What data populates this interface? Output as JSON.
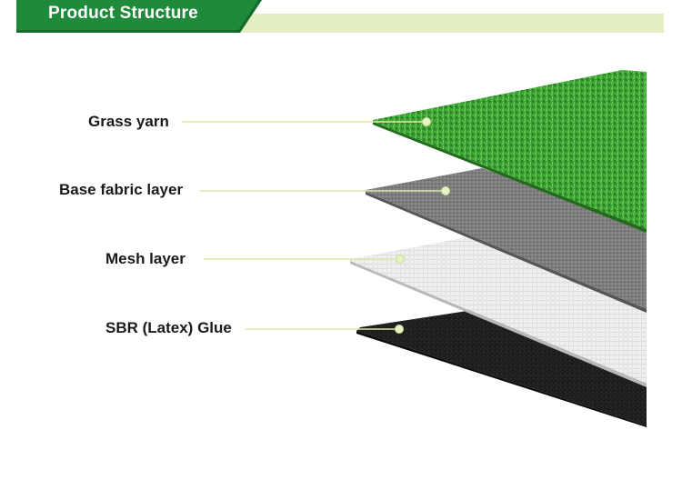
{
  "header": {
    "title": "Product Structure",
    "accent_color": "#1f8a3a",
    "band_color": "#e3efc2"
  },
  "layers": [
    {
      "label": "Grass yarn",
      "texture": "green-turf",
      "color": "#3fa83a"
    },
    {
      "label": "Base fabric layer",
      "texture": "grey-fabric",
      "color": "#7d7d7d"
    },
    {
      "label": "Mesh layer",
      "texture": "white-mesh",
      "color": "#ededed"
    },
    {
      "label": "SBR (Latex) Glue",
      "texture": "black-rubber",
      "color": "#1e1e1e"
    }
  ],
  "leader_color": "#d7e8a6"
}
